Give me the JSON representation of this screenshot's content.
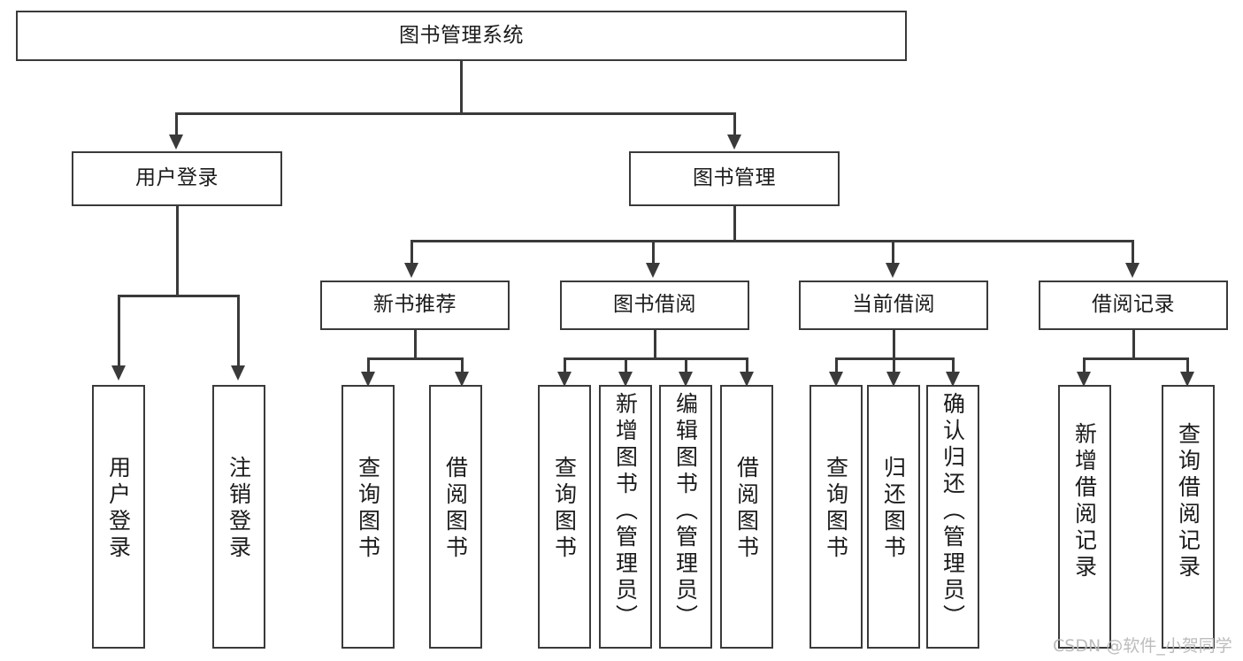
{
  "diagram": {
    "title": "图书管理系统",
    "root": {
      "label": "图书管理系统"
    },
    "level2": [
      {
        "label": "用户登录"
      },
      {
        "label": "图书管理"
      }
    ],
    "level3": [
      {
        "label": "新书推荐"
      },
      {
        "label": "图书借阅"
      },
      {
        "label": "当前借阅"
      },
      {
        "label": "借阅记录"
      }
    ],
    "leaves_user_login": [
      {
        "label": "用户登录"
      },
      {
        "label": "注销登录"
      }
    ],
    "leaves_new_book": [
      {
        "label": "查询图书"
      },
      {
        "label": "借阅图书"
      }
    ],
    "leaves_borrow": [
      {
        "label": "查询图书"
      },
      {
        "label": "新增图书（管理员）"
      },
      {
        "label": "编辑图书（管理员）"
      },
      {
        "label": "借阅图书"
      }
    ],
    "leaves_current": [
      {
        "label": "查询图书"
      },
      {
        "label": "归还图书"
      },
      {
        "label": "确认归还（管理员）"
      }
    ],
    "leaves_record": [
      {
        "label": "新增借阅记录"
      },
      {
        "label": "查询借阅记录"
      }
    ]
  },
  "watermark": {
    "text": "CSDN @软件_小贺同学"
  },
  "colors": {
    "stroke": "#3a3a3a",
    "text": "#1b1b1b",
    "background": "#ffffff",
    "watermark": "#b9b9b9"
  }
}
